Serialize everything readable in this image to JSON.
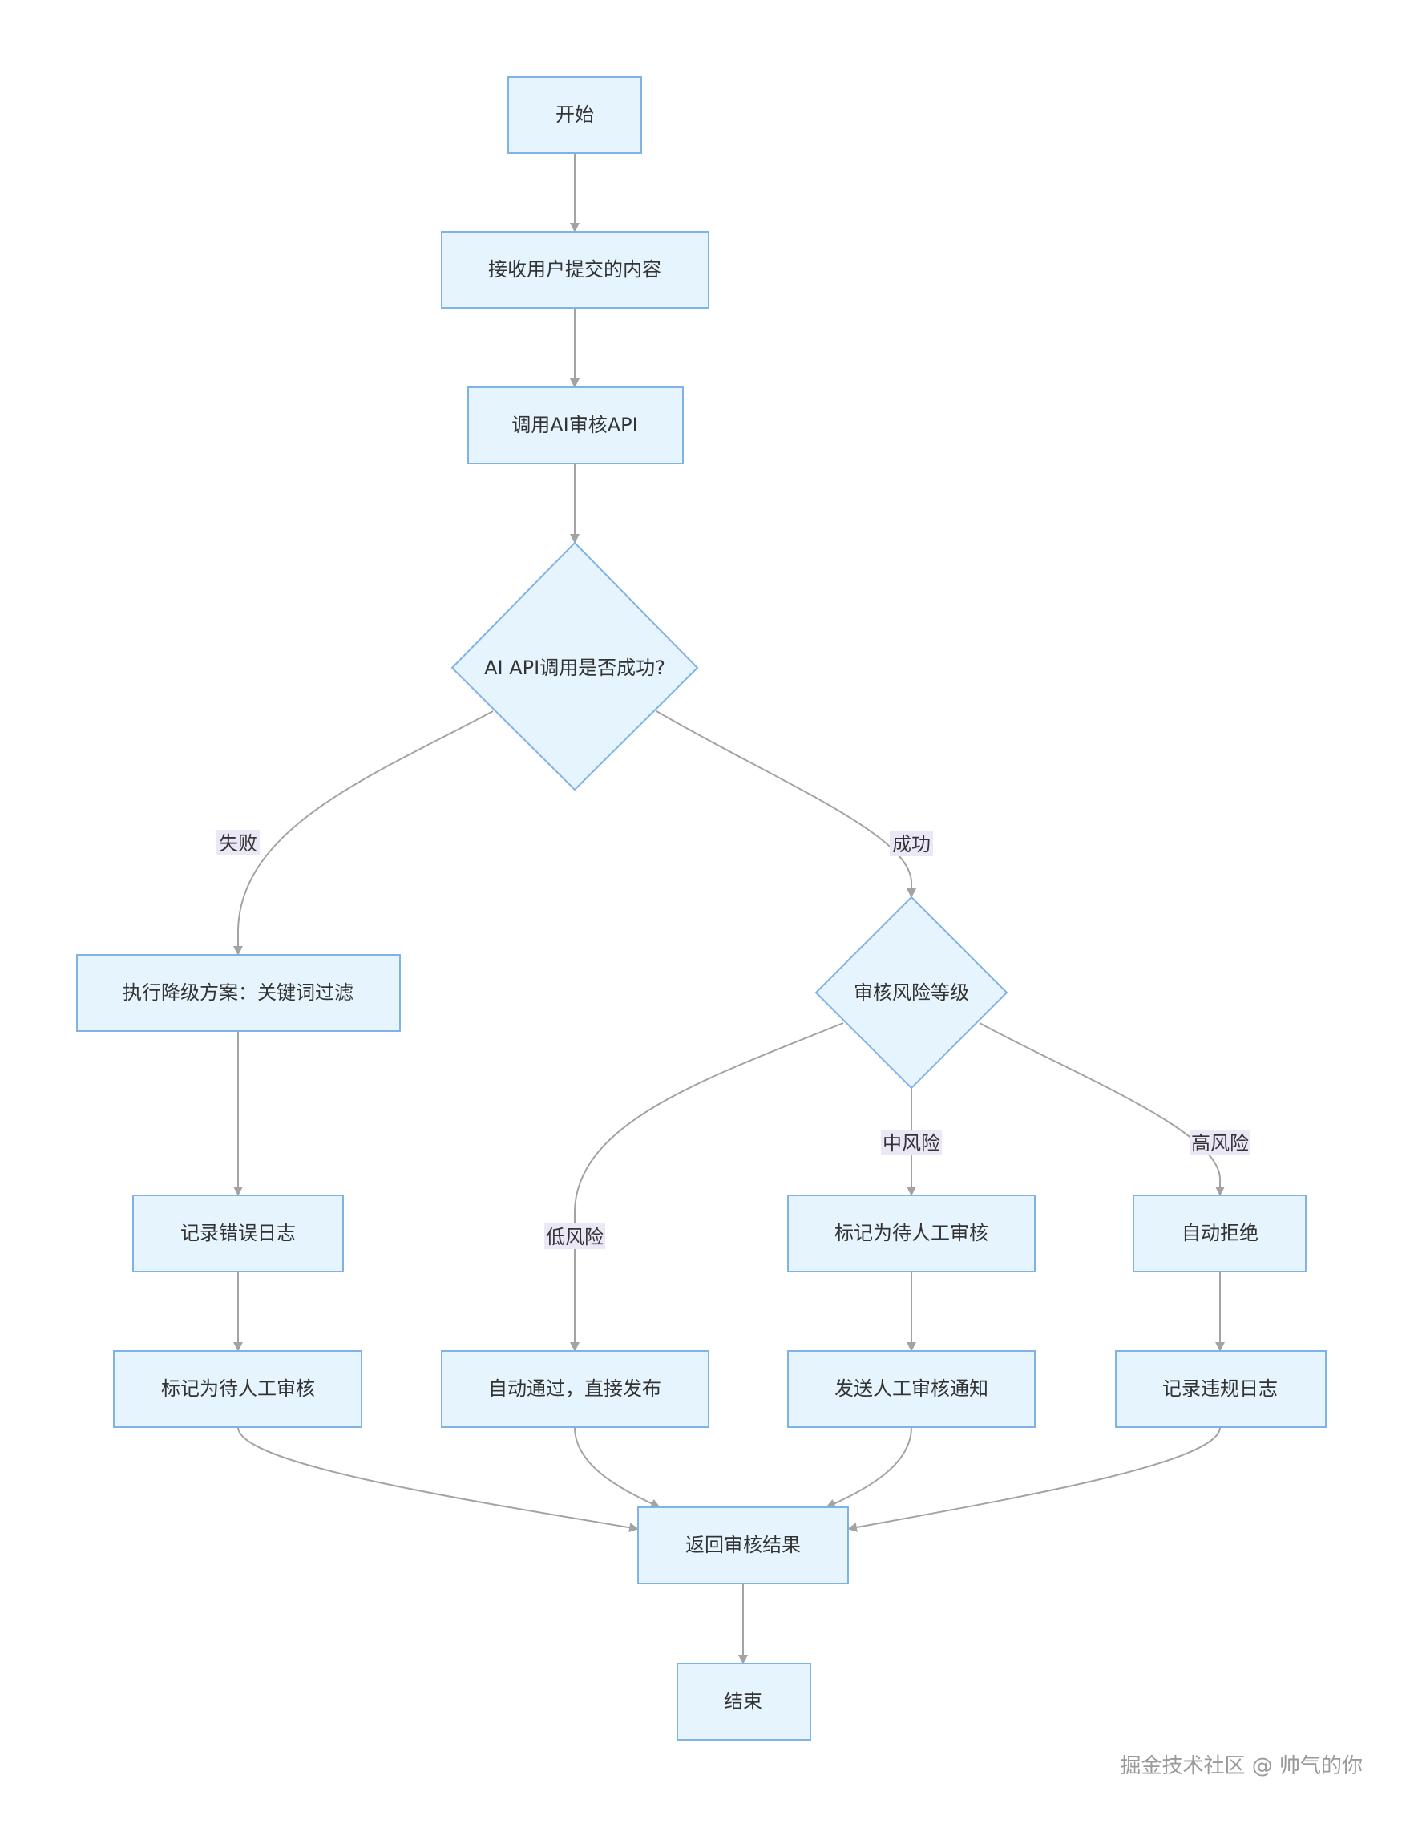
{
  "nodes": {
    "start": "开始",
    "receive": "接收用户提交的内容",
    "call_api": "调用AI审核API",
    "api_ok": "AI API调用是否成功?",
    "fallback": "执行降级方案：关键词过滤",
    "log_error": "记录错误日志",
    "mark_manual_left": "标记为待人工审核",
    "risk_level": "审核风险等级",
    "auto_pass": "自动通过，直接发布",
    "mark_manual_mid": "标记为待人工审核",
    "send_notice": "发送人工审核通知",
    "auto_reject": "自动拒绝",
    "log_violation": "记录违规日志",
    "return_result": "返回审核结果",
    "end": "结束"
  },
  "edge_labels": {
    "fail": "失败",
    "success": "成功",
    "low": "低风险",
    "mid": "中风险",
    "high": "高风险"
  },
  "watermark": "掘金技术社区 @ 帅气的你",
  "colors": {
    "node_fill": "#e5f4fd",
    "node_stroke": "#7fb3e6",
    "edge": "#a3a3a3",
    "label_bg": "#ece7f6"
  }
}
